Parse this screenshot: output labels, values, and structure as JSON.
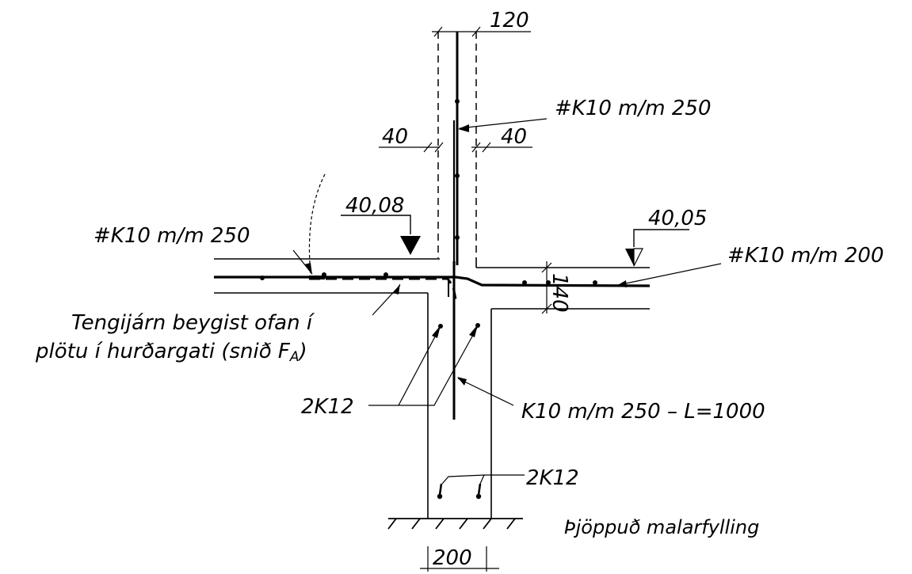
{
  "dimensions": {
    "wall_thickness": "120",
    "offset_left": "40",
    "offset_right": "40",
    "footing_width": "200",
    "slab_thickness": "140"
  },
  "levels": {
    "left": "40,08",
    "right": "40,05"
  },
  "rebar": {
    "wall_mesh": "#K10 m/m 250",
    "slab_left": "#K10 m/m 250",
    "slab_right": "#K10 m/m 200",
    "dowel": "K10 m/m 250 – L=1000",
    "footing_bars_upper": "2K12",
    "footing_bars_lower": "2K12"
  },
  "notes": {
    "dowel_note_line1": "Tengijárn beygist ofan  í",
    "dowel_note_line2": "plötu í hurðargati (snið F",
    "dowel_note_subscript": "A",
    "dowel_note_close": ")",
    "ground": "Þjöppuð malarfylling"
  }
}
